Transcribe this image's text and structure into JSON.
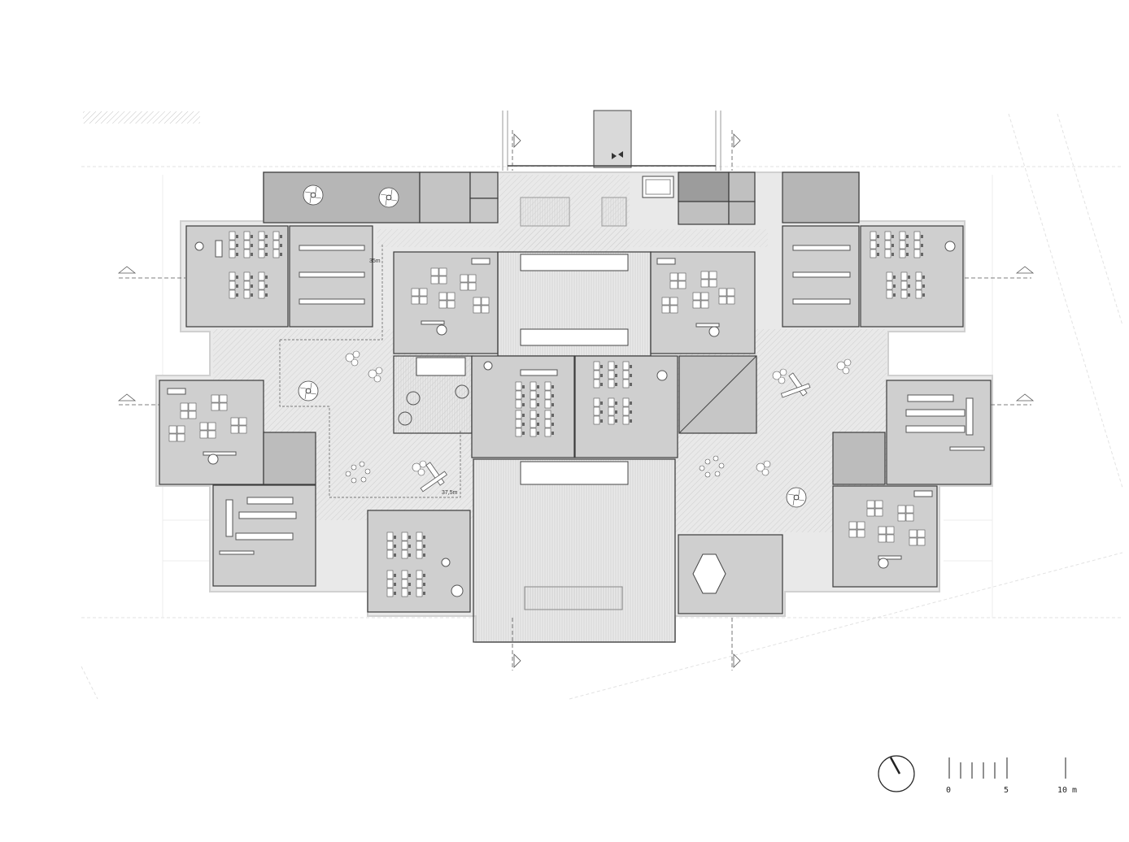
{
  "annotations": {
    "dim_upper": "35m",
    "dim_lower": "37,5m"
  },
  "scale_bar": {
    "label_0": "0",
    "label_5": "5",
    "label_10": "10 m"
  },
  "north_arrow": {
    "icon": "north-arrow-icon"
  },
  "colors": {
    "wall": "#3a3a3a",
    "room_fill": "#cfcfcf",
    "room_dark": "#b4b4b4",
    "corridor": "#e6e6e6",
    "outline": "#d8d8d8"
  }
}
